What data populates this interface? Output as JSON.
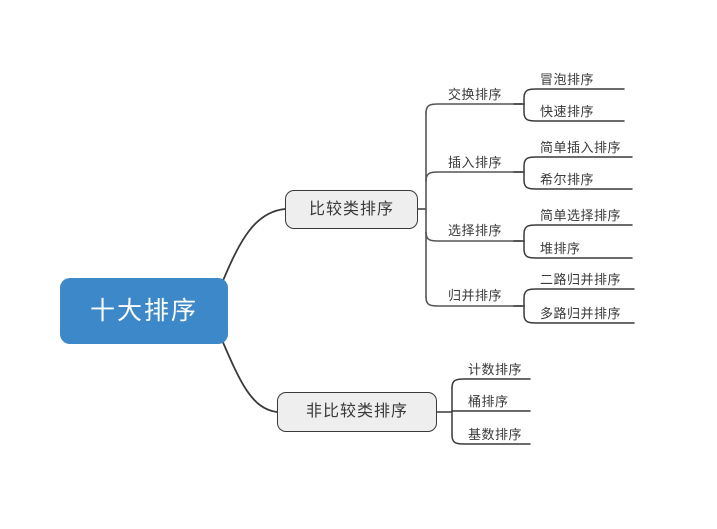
{
  "diagram": {
    "title": "十大排序",
    "type": "mindmap",
    "colors": {
      "root_fill": "#3d88c8",
      "root_text": "#ffffff",
      "node_fill": "#eeeeee",
      "node_stroke": "#3a3a3a",
      "text": "#3a3a3a",
      "connector": "#3a3a3a",
      "background": "#ffffff"
    },
    "root": {
      "label": "十大排序"
    },
    "branches": [
      {
        "label": "比较类排序",
        "children": [
          {
            "label": "交换排序",
            "leaves": [
              {
                "label": "冒泡排序"
              },
              {
                "label": "快速排序"
              }
            ]
          },
          {
            "label": "插入排序",
            "leaves": [
              {
                "label": "简单插入排序"
              },
              {
                "label": "希尔排序"
              }
            ]
          },
          {
            "label": "选择排序",
            "leaves": [
              {
                "label": "简单选择排序"
              },
              {
                "label": "堆排序"
              }
            ]
          },
          {
            "label": "归并排序",
            "leaves": [
              {
                "label": "二路归并排序"
              },
              {
                "label": "多路归并排序"
              }
            ]
          }
        ]
      },
      {
        "label": "非比较类排序",
        "children": [],
        "leaves": [
          {
            "label": "计数排序"
          },
          {
            "label": "桶排序"
          },
          {
            "label": "基数排序"
          }
        ]
      }
    ]
  }
}
